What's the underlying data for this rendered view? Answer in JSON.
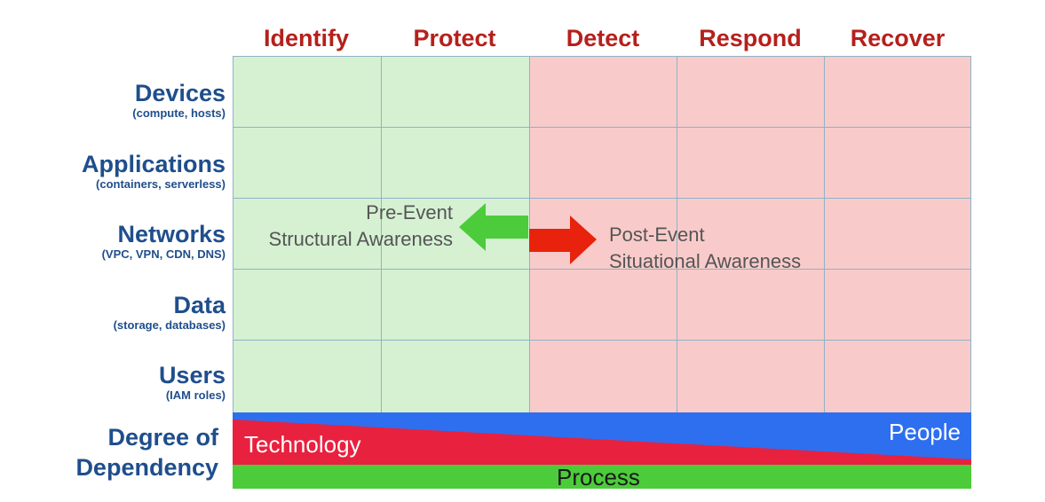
{
  "columns": [
    "Identify",
    "Protect",
    "Detect",
    "Respond",
    "Recover"
  ],
  "rows": [
    {
      "title": "Devices",
      "subtitle": "(compute, hosts)"
    },
    {
      "title": "Applications",
      "subtitle": "(containers, serverless)"
    },
    {
      "title": "Networks",
      "subtitle": "(VPC, VPN, CDN, DNS)"
    },
    {
      "title": "Data",
      "subtitle": "(storage, databases)"
    },
    {
      "title": "Users",
      "subtitle": "(IAM roles)"
    }
  ],
  "pre_event": {
    "line1": "Pre-Event",
    "line2": "Structural Awareness"
  },
  "post_event": {
    "line1": "Post-Event",
    "line2": "Situational Awareness"
  },
  "dependency": {
    "label_line1": "Degree of",
    "label_line2": "Dependency",
    "technology": "Technology",
    "people": "People",
    "process": "Process"
  },
  "colors": {
    "header_red": "#b5201c",
    "label_blue": "#1f4e8c",
    "pre_event_fill": "#d5f1d2",
    "post_event_fill": "#f8cbca",
    "green_arrow": "#4ccc3a",
    "red_arrow": "#e8220c",
    "technology": "#e8213f",
    "people": "#2e6ff0",
    "process": "#4ccc3a"
  }
}
